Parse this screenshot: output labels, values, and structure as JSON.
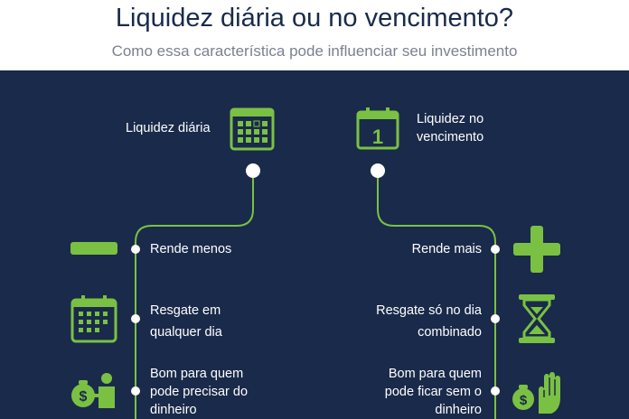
{
  "header": {
    "title": "Liquidez diária ou no vencimento?",
    "subtitle": "Como essa característica pode influenciar seu investimento"
  },
  "left": {
    "heading": "Liquidez diária",
    "items": [
      {
        "text": "Rende menos",
        "icon": "minus-icon"
      },
      {
        "text": "Resgate em qualquer dia",
        "line1": "Resgate em",
        "line2": "qualquer dia",
        "icon": "calendar-grid-icon"
      },
      {
        "text": "Bom para quem pode precisar do dinheiro",
        "line1": "Bom para quem",
        "line2": "pode precisar do",
        "line3": "dinheiro",
        "icon": "money-person-icon"
      }
    ]
  },
  "right": {
    "heading": "Liquidez no vencimento",
    "heading_line1": "Liquidez no",
    "heading_line2": "vencimento",
    "items": [
      {
        "text": "Rende mais",
        "icon": "plus-icon"
      },
      {
        "text": "Resgate só no dia combinado",
        "line1": "Resgate só no dia",
        "line2": "combinado",
        "icon": "hourglass-icon"
      },
      {
        "text": "Bom para quem pode ficar sem o dinheiro",
        "line1": "Bom para quem",
        "line2": "pode ficar sem o",
        "line3": "dinheiro",
        "icon": "money-stop-hand-icon"
      }
    ]
  },
  "colors": {
    "background": "#1a2a4a",
    "accent": "#7ac143",
    "text": "#ffffff"
  }
}
